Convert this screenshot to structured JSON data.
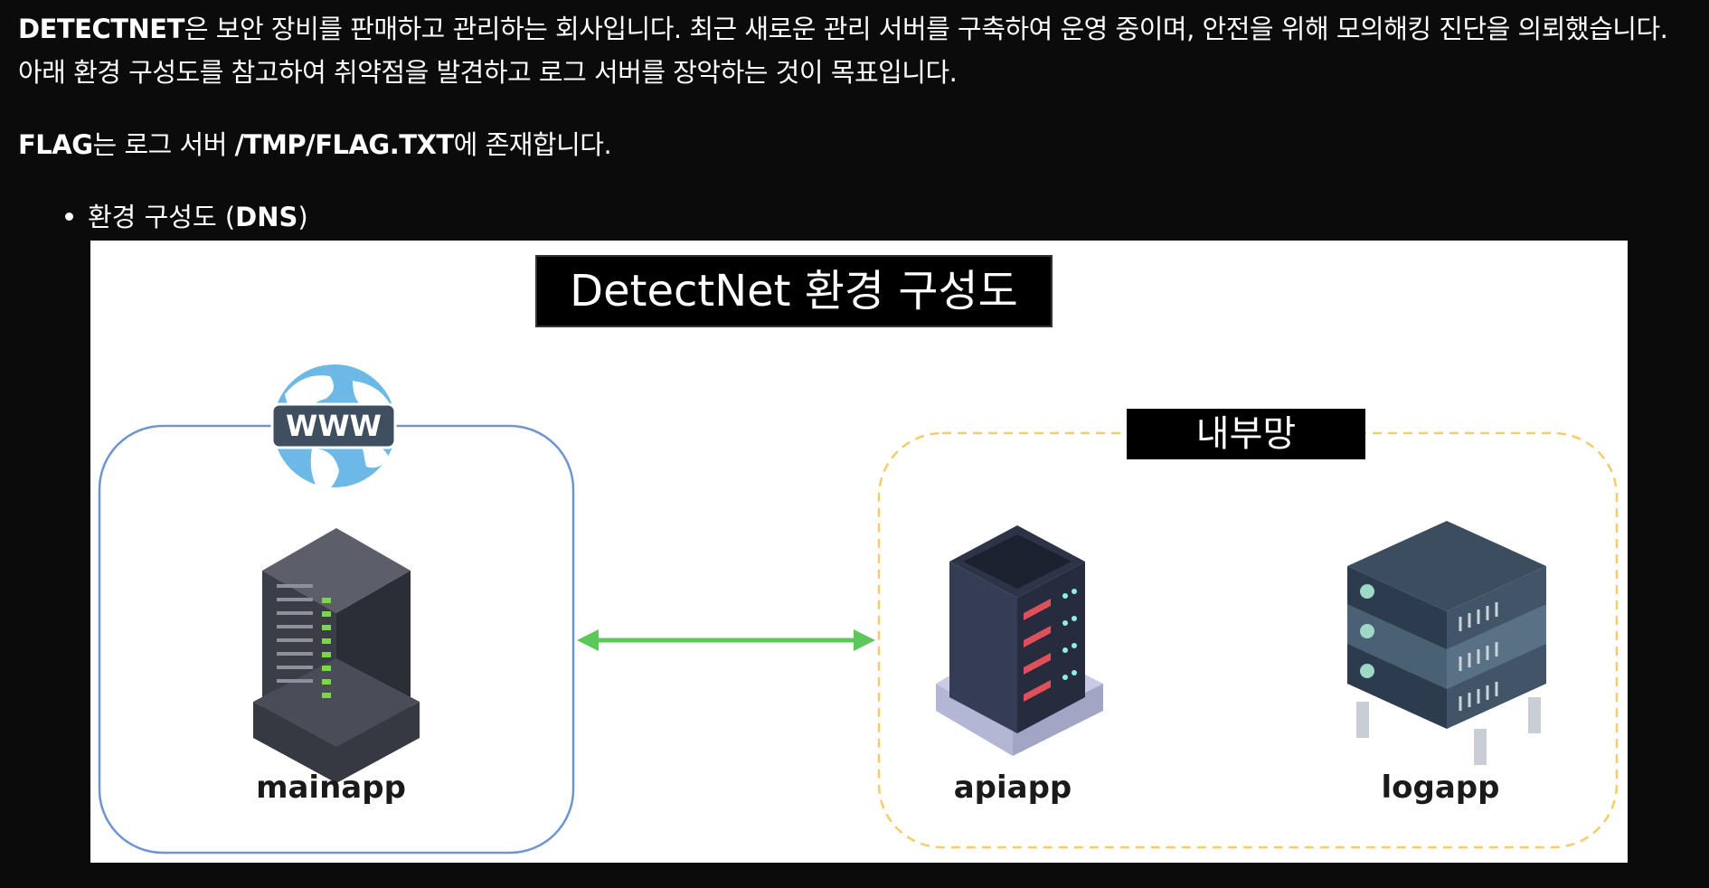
{
  "intro": {
    "line1_strong": "DETECTNET",
    "line1_rest": "은 보안 장비를 판매하고 관리하는 회사입니다. 최근 새로운 관리 서버를 구축하여 운영 중이며, 안전을 위해 모의해킹 진단을 의뢰했습니다.",
    "line2": "아래 환경 구성도를 참고하여 취약점을 발견하고 로그 서버를 장악하는 것이 목표입니다.",
    "flag_strong": "FLAG",
    "flag_mid": "는 로그 서버 ",
    "flag_path": "/TMP/FLAG.TXT",
    "flag_end": "에 존재합니다."
  },
  "bullet": {
    "text_before": "환경 구성도 (",
    "text_strong": "DNS",
    "text_after": ")"
  },
  "diagram": {
    "title": "DetectNet 환경 구성도",
    "internal_network_label": "내부망",
    "www_badge": "WWW",
    "servers": {
      "main": "mainapp",
      "api": "apiapp",
      "log": "logapp"
    },
    "colors": {
      "main_zone_border": "#6f95d0",
      "internal_zone_border": "#f2cd6a",
      "arrow": "#5cc85a",
      "globe": "#6cb8e6"
    }
  }
}
